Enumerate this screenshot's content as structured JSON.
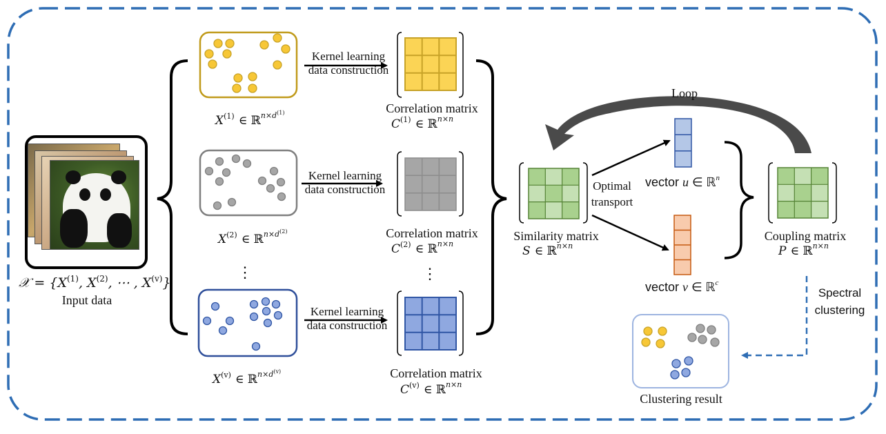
{
  "input": {
    "formula_lhs": "𝒳 = {",
    "formula_x1": "X",
    "formula_sup1": "(1)",
    "formula_x2": "X",
    "formula_sup2": "(2)",
    "formula_dots": ", ⋯ ,",
    "formula_xv": "X",
    "formula_supv": "(v)",
    "formula_rhs": "}",
    "label": "Input data"
  },
  "views": [
    {
      "x_name": "X",
      "x_sup": "(1)",
      "x_space": "∈ ℝ",
      "x_dim": "n×d",
      "x_dim_sup": "(1)",
      "arrow_line1": "Kernel learning",
      "arrow_line2": "data construction",
      "corr_label": "Correlation matrix",
      "c_name": "C",
      "c_sup": "(1)",
      "c_space": "∈ ℝ",
      "c_dim": "n×n",
      "color_fill": "#fbd455",
      "color_border": "#c7a227",
      "color_dot": "#f7c736"
    },
    {
      "x_name": "X",
      "x_sup": "(2)",
      "x_space": "∈ ℝ",
      "x_dim": "n×d",
      "x_dim_sup": "(2)",
      "arrow_line1": "Kernel learning",
      "arrow_line2": "data construction",
      "corr_label": "Correlation matrix",
      "c_name": "C",
      "c_sup": "(2)",
      "c_space": "∈ ℝ",
      "c_dim": "n×n",
      "color_fill": "#a6a6a6",
      "color_border": "#7f7f7f",
      "color_dot": "#a6a6a6"
    },
    {
      "x_name": "X",
      "x_sup": "(v)",
      "x_space": "∈ ℝ",
      "x_dim": "n×d",
      "x_dim_sup": "(v)",
      "arrow_line1": "Kernel learning",
      "arrow_line2": "data construction",
      "corr_label": "Correlation matrix",
      "c_name": "C",
      "c_sup": "(v)",
      "c_space": "∈ ℝ",
      "c_dim": "n×n",
      "color_fill": "#8fa8e0",
      "color_border": "#2f55a4",
      "color_dot": "#8fa8e0"
    }
  ],
  "ellipsis": "⋮",
  "similarity": {
    "label": "Similarity matrix",
    "name": "S",
    "space": "∈ ℝ",
    "dim": "n×n",
    "color_fill": "#a9d18e",
    "color_border": "#548235"
  },
  "optimal_transport": {
    "line1": "Optimal",
    "line2": "transport"
  },
  "vector_u": {
    "prefix": "vector",
    "name": "u",
    "space": "∈ ℝ",
    "dim": "n",
    "color_fill": "#b4c7e7",
    "color_border": "#2f55a4"
  },
  "vector_v": {
    "prefix": "vector",
    "name": "v",
    "space": "∈ ℝ",
    "dim": "c",
    "color_fill": "#f8cbad",
    "color_border": "#c55a11"
  },
  "loop_label": "Loop",
  "coupling": {
    "label": "Coupling matrix",
    "name": "P",
    "space": "∈ ℝ",
    "dim": "n×n",
    "color_fill": "#a9d18e",
    "color_border": "#548235"
  },
  "spectral": {
    "line1": "Spectral",
    "line2": "clustering"
  },
  "clustering_result": {
    "label": "Clustering result",
    "color_border": "#9db4e0"
  },
  "colors": {
    "frame_dash": "#2e6db4",
    "arrow": "#000000",
    "loop_arrow": "#4a4a4a",
    "view1_box": "#c09a1a",
    "view2_box": "#7f7f7f",
    "view3_box": "#2f4f9a"
  }
}
